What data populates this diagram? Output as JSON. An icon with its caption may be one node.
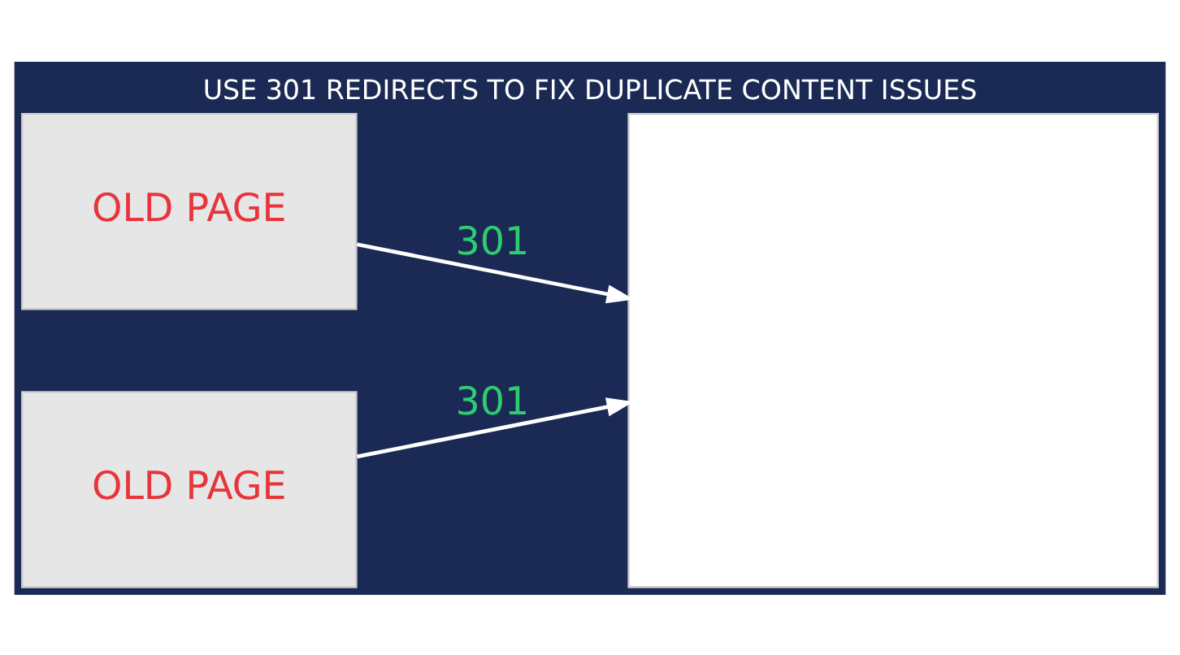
{
  "diagram": {
    "title": "USE 301 REDIRECTS TO FIX DUPLICATE CONTENT ISSUES",
    "nodes": [
      {
        "text": [
          "OLD PAGE"
        ]
      },
      {
        "text": [
          "OLD PAGE"
        ]
      },
      {
        "text": [],
        "shape": "box"
      }
    ],
    "edges": [
      {
        "from": 0,
        "to": 2,
        "arrow": "to",
        "label": "301"
      },
      {
        "from": 1,
        "to": 2,
        "arrow": "to",
        "label": "301"
      }
    ]
  }
}
